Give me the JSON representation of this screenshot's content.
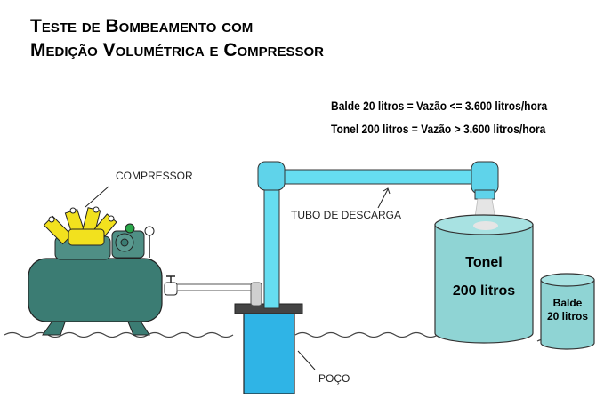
{
  "title": {
    "line1": "Teste de Bombeamento com",
    "line2": "Medição Volumétrica e Compressor"
  },
  "notes": {
    "balde": "Balde 20 litros = Vazão <= 3.600 litros/hora",
    "tonel": "Tonel 200 litros = Vazão > 3.600 litros/hora"
  },
  "labels": {
    "compressor": "COMPRESSOR",
    "tubo": "TUBO DE DESCARGA",
    "poco": "POÇO",
    "tonel_name": "Tonel",
    "tonel_capacity": "200 litros",
    "balde_name": "Balde",
    "balde_capacity": "20 litros"
  },
  "colors": {
    "pipe": "#66ddf0",
    "tank": "#8fd4d4",
    "compressor_body": "#3b7c73",
    "well": "#2fb4e6"
  }
}
